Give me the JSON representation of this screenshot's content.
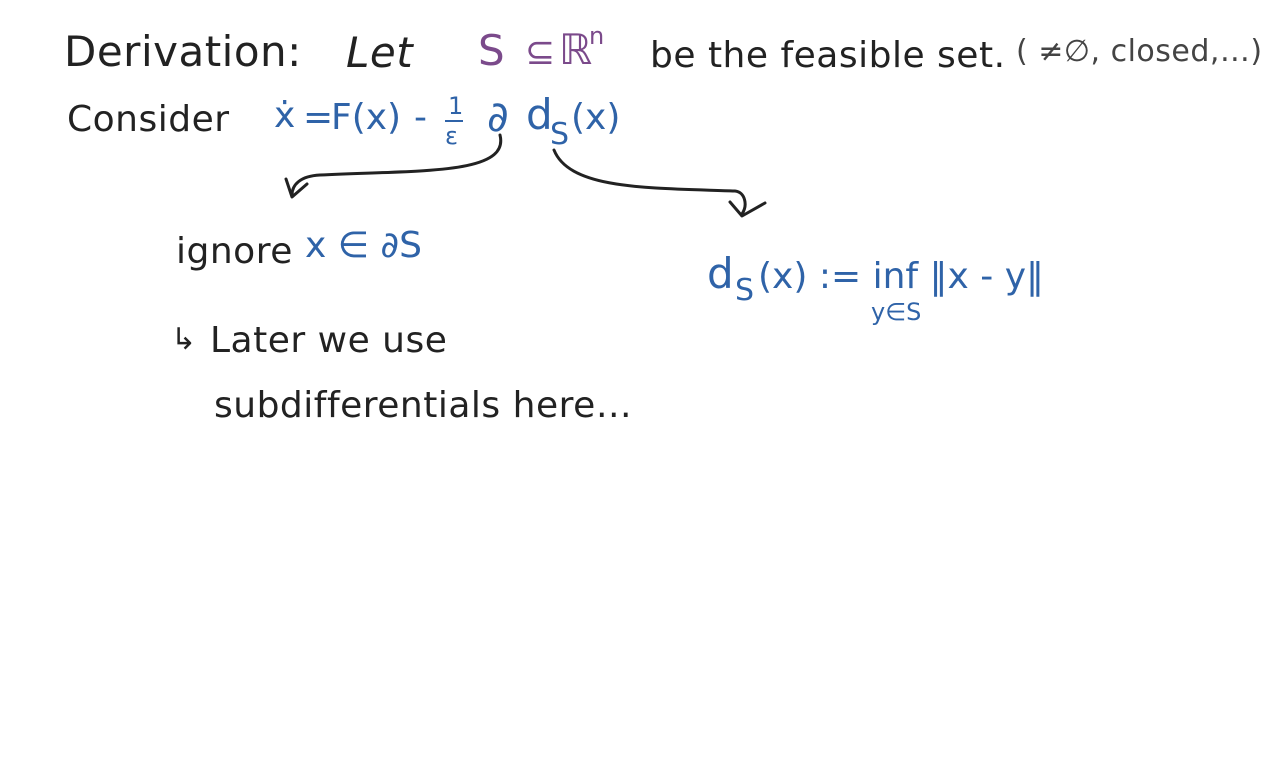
{
  "line1": {
    "derivation": "Derivation:",
    "let": "Let",
    "set_s": "S",
    "subset_symbol": "⊆",
    "real_space": "ℝ",
    "superscript_n": "n",
    "be_feasible_set": "be the feasible set.",
    "properties": "( ≠∅, closed,…)"
  },
  "line2": {
    "consider": "Consider",
    "xdot": "ẋ",
    "equals": "=",
    "fx": "F(x)",
    "minus": "-",
    "one": "1",
    "epsilon": "ε",
    "partial": "∂",
    "d": "d",
    "subscript_s": "S",
    "x_paren": "(x)"
  },
  "left_branch": {
    "ignore": "ignore",
    "x_in_boundary": "x ∈ ∂S",
    "later_arrow": "↳",
    "later_text": "Later we use",
    "subdifferentials": "subdifferentials here…"
  },
  "right_branch": {
    "d": "d",
    "subscript_s": "S",
    "definition_rest": "(x) := inf ‖x - y‖",
    "inf_subscript": "y∈S"
  },
  "colors": {
    "black_ink": "#222222",
    "blue_ink": "#2f63a8",
    "purple_ink": "#7b4a8b"
  }
}
